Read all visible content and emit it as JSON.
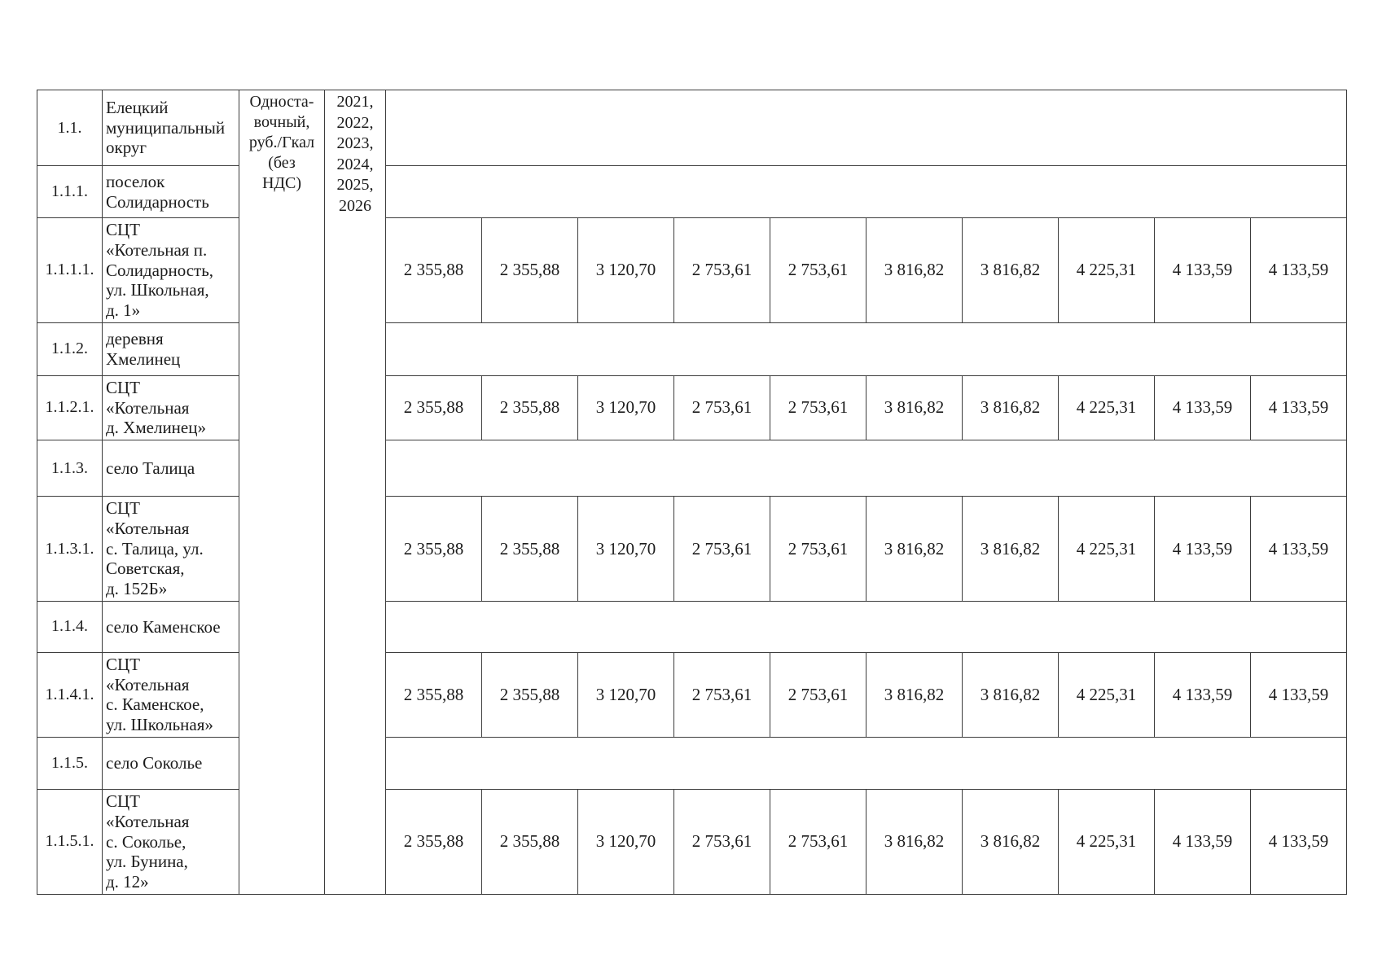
{
  "document": {
    "tariff_type": "Односта-\nвочный,\nруб./Гкал\n(без\nНДС)",
    "years": "2021,\n2022,\n2023,\n2024,\n2025,\n2026",
    "rows": [
      {
        "num": "1.1.",
        "name": "Елецкий\nмуниципальный\nокруг",
        "type": "empty"
      },
      {
        "num": "1.1.1.",
        "name": "поселок\nСолидарность",
        "type": "empty"
      },
      {
        "num": "1.1.1.1.",
        "name": "СЦТ\n«Котельная п.\nСолидарность,\nул. Школьная,\nд. 1»",
        "type": "values",
        "values": [
          "2 355,88",
          "2 355,88",
          "3 120,70",
          "2 753,61",
          "2 753,61",
          "3 816,82",
          "3 816,82",
          "4 225,31",
          "4 133,59",
          "4 133,59"
        ]
      },
      {
        "num": "1.1.2.",
        "name": "деревня\nХмелинец",
        "type": "empty"
      },
      {
        "num": "1.1.2.1.",
        "name": "СЦТ\n«Котельная\nд. Хмелинец»",
        "type": "values",
        "values": [
          "2 355,88",
          "2 355,88",
          "3 120,70",
          "2 753,61",
          "2 753,61",
          "3 816,82",
          "3 816,82",
          "4 225,31",
          "4 133,59",
          "4 133,59"
        ]
      },
      {
        "num": "1.1.3.",
        "name": "село Талица",
        "type": "empty"
      },
      {
        "num": "1.1.3.1.",
        "name": "СЦТ\n«Котельная\nс. Талица, ул.\nСоветская,\nд. 152Б»",
        "type": "values",
        "values": [
          "2 355,88",
          "2 355,88",
          "3 120,70",
          "2 753,61",
          "2 753,61",
          "3 816,82",
          "3 816,82",
          "4 225,31",
          "4 133,59",
          "4 133,59"
        ]
      },
      {
        "num": "1.1.4.",
        "name": "село Каменское",
        "type": "empty"
      },
      {
        "num": "1.1.4.1.",
        "name": "СЦТ\n«Котельная\nс. Каменское,\nул. Школьная»",
        "type": "values",
        "values": [
          "2 355,88",
          "2 355,88",
          "3 120,70",
          "2 753,61",
          "2 753,61",
          "3 816,82",
          "3 816,82",
          "4 225,31",
          "4 133,59",
          "4 133,59"
        ]
      },
      {
        "num": "1.1.5.",
        "name": "село Соколье",
        "type": "empty"
      },
      {
        "num": "1.1.5.1.",
        "name": "СЦТ\n«Котельная\nс. Соколье,\nул. Бунина,\nд. 12»",
        "type": "values",
        "values": [
          "2 355,88",
          "2 355,88",
          "3 120,70",
          "2 753,61",
          "2 753,61",
          "3 816,82",
          "3 816,82",
          "4 225,31",
          "4 133,59",
          "4 133,59"
        ]
      }
    ]
  }
}
